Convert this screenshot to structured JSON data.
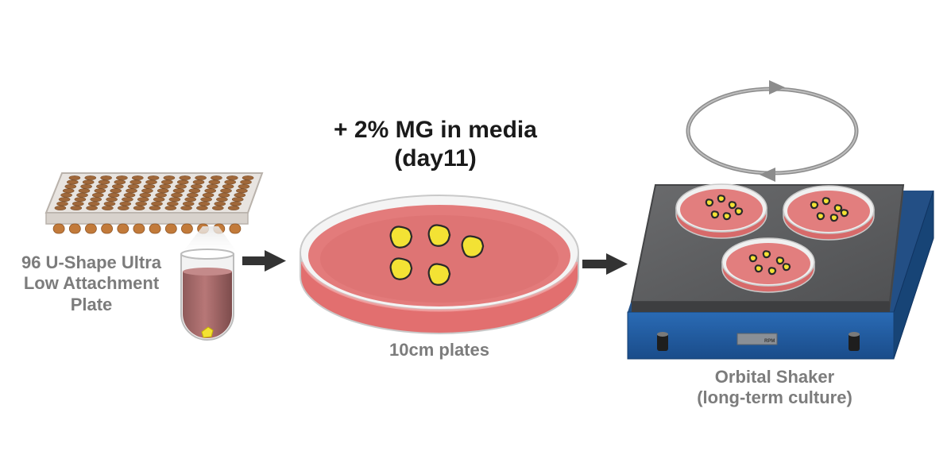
{
  "plate_label": [
    "96 U-Shape Ultra",
    "Low Attachment",
    "Plate"
  ],
  "media_title": [
    "+ 2% MG in media",
    "(day11)"
  ],
  "dish_caption": "10cm plates",
  "shaker_caption": [
    "Orbital Shaker",
    "(long-term culture)"
  ],
  "rpm_label": "RPM",
  "colors": {
    "media": "#e07a7a",
    "organoid": "#f3e234",
    "shaker_body": "#1f5aa1",
    "shaker_top": "#58595b",
    "label_gray": "#7c7c7c",
    "arrow": "#333333"
  }
}
